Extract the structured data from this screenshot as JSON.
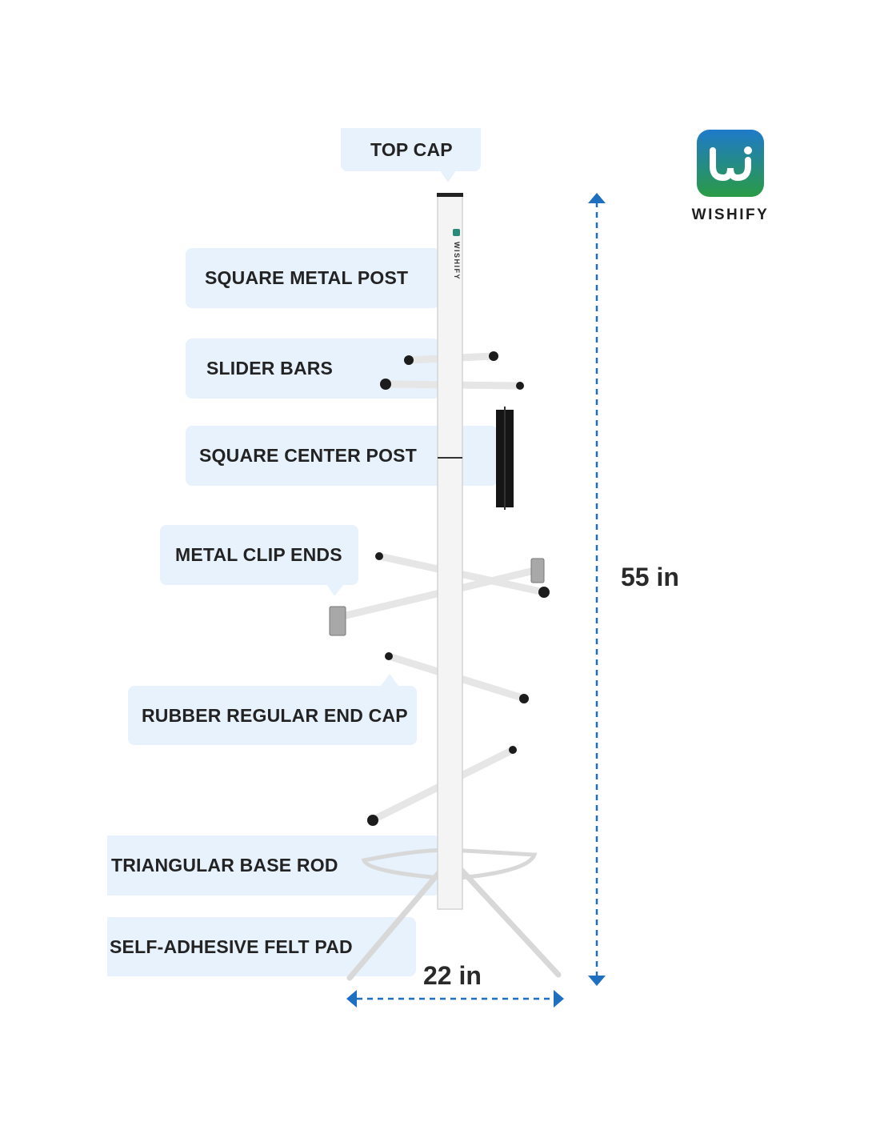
{
  "brand": {
    "name": "WISHIFY",
    "post_print": "WISHIFY",
    "colors": {
      "label_bg": "#e7f2fc",
      "dimension": "#1e6fc0",
      "logo_top": "#1f7ac9",
      "logo_bottom": "#2a9b45"
    }
  },
  "labels": {
    "top_cap": "TOP CAP",
    "square_metal_post": "SQUARE METAL POST",
    "slider_bars": "SLIDER BARS",
    "square_center_post": "SQUARE CENTER POST",
    "metal_clip_ends": "METAL CLIP ENDS",
    "rubber_end_cap": "RUBBER REGULAR END CAP",
    "triangular_base_rod": "TRIANGULAR BASE ROD",
    "felt_pad": "SELF-ADHESIVE FELT PAD"
  },
  "dimensions": {
    "height": "55 in",
    "width": "22 in"
  }
}
